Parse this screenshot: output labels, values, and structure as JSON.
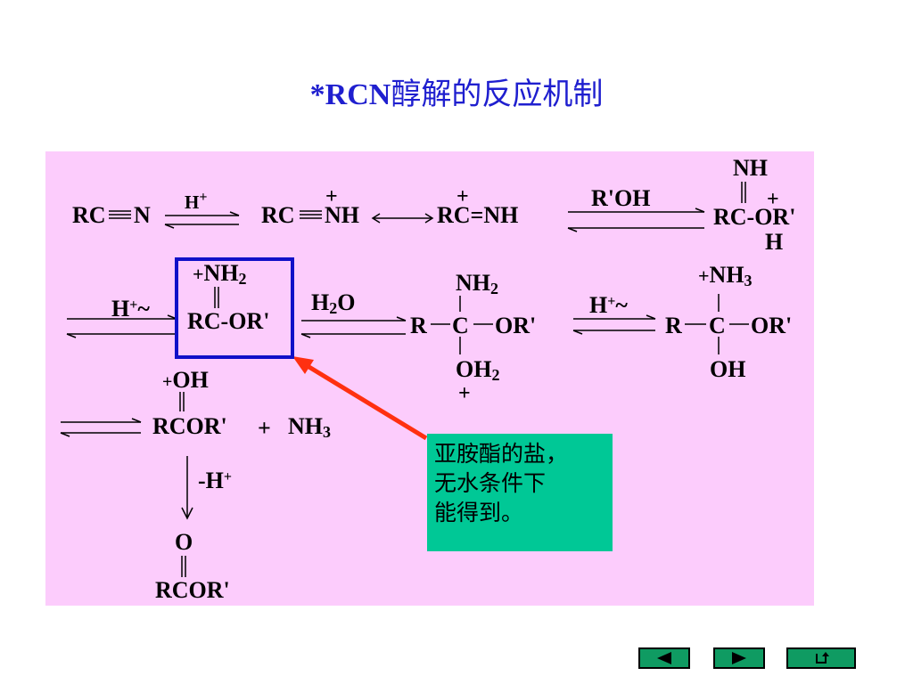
{
  "title": {
    "prefix": "*RCN",
    "text": "醇解的反应机制"
  },
  "row1": {
    "rcn": "RC",
    "n": "N",
    "h_plus": "H",
    "plus_sign": "+",
    "rcnh": "RC",
    "nh": "NH",
    "plus_a": "+",
    "rc_eq_nh": "RC=NH",
    "plus_b": "+",
    "roh": "R'OH",
    "nh_top": "NH",
    "rc_or": "RC-OR'",
    "plus_c": "+",
    "h_bottom": "H"
  },
  "row2": {
    "h_tilde_1": "H",
    "tilde_1": "~",
    "plus_d": "+",
    "nh2_top": "NH",
    "nh2_sub": "2",
    "plus_e": "+",
    "rc_or_2": "RC-OR'",
    "h2o_h": "H",
    "h2o_2": "2",
    "h2o_o": "O",
    "tet1_nh2": "NH",
    "tet1_nh2_sub": "2",
    "tet1_r": "R",
    "tet1_c": "C",
    "tet1_or": "OR'",
    "tet1_oh2": "OH",
    "tet1_oh2_sub": "2",
    "tet1_plus": "+",
    "h_tilde_2": "H",
    "tilde_2": "~",
    "plus_f": "+",
    "tet2_nh3": "NH",
    "tet2_nh3_sub": "3",
    "plus_g": "+",
    "tet2_r": "R",
    "tet2_c": "C",
    "tet2_or": "OR'",
    "tet2_oh": "OH"
  },
  "row3": {
    "plus_h": "+",
    "oh": "OH",
    "rcor": "RCOR'",
    "plus_join": "+",
    "nh3": "NH",
    "nh3_sub": "3",
    "minus_h": "-H",
    "minus_h_plus": "+",
    "o": "O",
    "rcor_final": "RCOR'"
  },
  "callout": {
    "lines": [
      "亚胺酯的盐，",
      "无水条件下",
      "能得到。"
    ]
  },
  "nav": {
    "prev_icon": "triangle-left-icon",
    "next_icon": "triangle-right-icon",
    "return_icon": "return-icon"
  },
  "colors": {
    "title": "#1f1fcf",
    "panel": "#fcccfc",
    "callout": "#00c896",
    "highlight": "#1010c8",
    "arrow": "#ff3010",
    "nav": "#0f9b62"
  }
}
